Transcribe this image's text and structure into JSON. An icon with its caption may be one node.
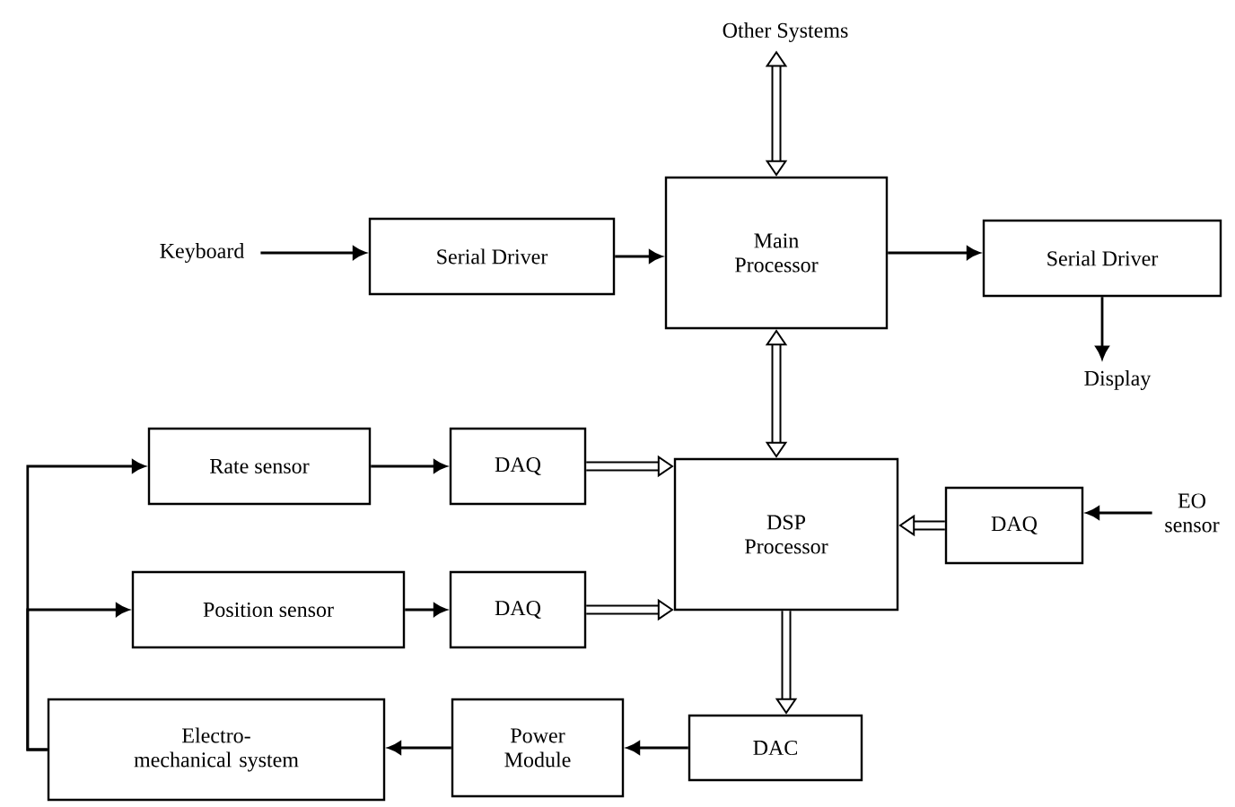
{
  "diagram": {
    "nodes": [
      {
        "text": [
          "Other Systems"
        ]
      },
      {
        "text": [
          "Keyboard"
        ]
      },
      {
        "text": [
          "Serial Driver"
        ]
      },
      {
        "text": [
          "Main Processor"
        ]
      },
      {
        "text": [
          "Serial Driver"
        ]
      },
      {
        "text": [
          "Display"
        ]
      },
      {
        "text": [
          "Rate sensor"
        ]
      },
      {
        "text": [
          "DAQ"
        ]
      },
      {
        "text": [
          "DSP Processor"
        ]
      },
      {
        "text": [
          "DAQ"
        ]
      },
      {
        "text": [
          "EO sensor"
        ]
      },
      {
        "text": [
          "Position sensor"
        ]
      },
      {
        "text": [
          "DAQ"
        ]
      },
      {
        "text": [
          "Electro-mechanical system"
        ]
      },
      {
        "text": [
          "Power Module"
        ]
      },
      {
        "text": [
          "DAC"
        ]
      }
    ],
    "edges": [
      {
        "from": 3,
        "to": 0,
        "arrow": "both",
        "style": "thick"
      },
      {
        "from": 1,
        "to": 2,
        "arrow": "to"
      },
      {
        "from": 2,
        "to": 3,
        "arrow": "to"
      },
      {
        "from": 3,
        "to": 4,
        "arrow": "to"
      },
      {
        "from": 4,
        "to": 5,
        "arrow": "to"
      },
      {
        "from": 3,
        "to": 8,
        "arrow": "both",
        "style": "thick"
      },
      {
        "from": 6,
        "to": 7,
        "arrow": "to"
      },
      {
        "from": 7,
        "to": 8,
        "arrow": "to",
        "style": "thick"
      },
      {
        "from": 10,
        "to": 9,
        "arrow": "to"
      },
      {
        "from": 9,
        "to": 8,
        "arrow": "to",
        "style": "thick"
      },
      {
        "from": 11,
        "to": 12,
        "arrow": "to"
      },
      {
        "from": 12,
        "to": 8,
        "arrow": "to",
        "style": "thick"
      },
      {
        "from": 8,
        "to": 15,
        "arrow": "to",
        "style": "thick"
      },
      {
        "from": 15,
        "to": 14,
        "arrow": "to"
      },
      {
        "from": 14,
        "to": 13,
        "arrow": "to"
      },
      {
        "from": 13,
        "to": 6,
        "arrow": "to"
      },
      {
        "from": 13,
        "to": 11,
        "arrow": "to"
      }
    ]
  }
}
